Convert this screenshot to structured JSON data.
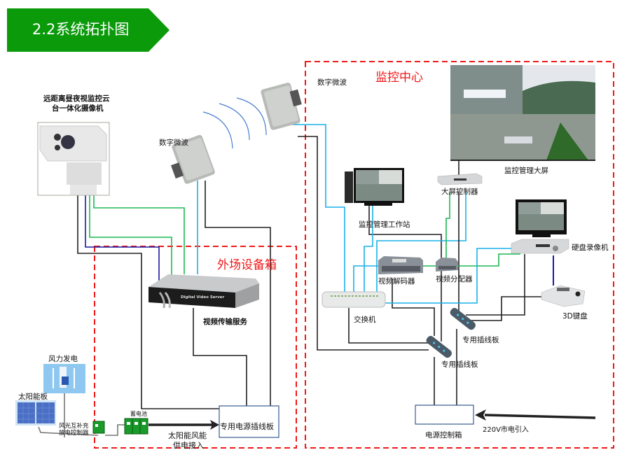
{
  "header": {
    "title": "2.2系统拓扑图",
    "accent_color": "#0a9a0a"
  },
  "zones": {
    "field_box": {
      "title": "外场设备箱",
      "border_color": "#f01818"
    },
    "monitor_center": {
      "title": "监控中心",
      "border_color": "#f01818"
    }
  },
  "devices": {
    "camera": {
      "label_line1": "远距离昼夜视监控云",
      "label_line2": "台一体化摄像机"
    },
    "microwave_field": {
      "label": "数字微波"
    },
    "microwave_center": {
      "label": "数字微波"
    },
    "video_server": {
      "label": "视频传输服务",
      "device_text": "Digital Video Server"
    },
    "wind_power": {
      "label": "风力发电"
    },
    "solar_panel": {
      "label": "太阳能板"
    },
    "hybrid_controller": {
      "label_line1": "风光互补充",
      "label_line2": "放电控制器"
    },
    "battery": {
      "label": "蓄电池"
    },
    "power_strip_field": {
      "label": "专用电源插线板"
    },
    "solar_wind_feed": {
      "label_line1": "太阳能风能",
      "label_line2": "供电接入"
    },
    "big_screen": {
      "label": "监控管理大屏"
    },
    "screen_controller": {
      "label": "大屏控制器"
    },
    "workstation": {
      "label": "监控管理工作站"
    },
    "video_decoder": {
      "label": "视频解码器"
    },
    "video_splitter": {
      "label": "视频分配器"
    },
    "dvr": {
      "label": "硬盘录像机"
    },
    "keyboard_3d": {
      "label": "3D键盘"
    },
    "switch": {
      "label": "交换机"
    },
    "power_strip_a": {
      "label": "专用插线板"
    },
    "power_strip_b": {
      "label": "专用插线板"
    },
    "power_control_box": {
      "label": "电源控制箱"
    },
    "mains_input": {
      "label": "220V市电引入"
    }
  },
  "cable_colors": {
    "power": "#222222",
    "network": "#1ab0e8",
    "video": "#1db954",
    "control": "#1a1aa0"
  }
}
